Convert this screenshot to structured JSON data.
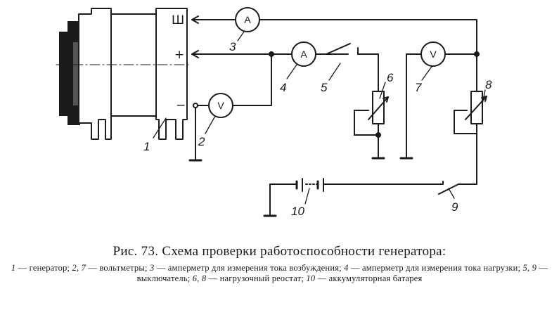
{
  "diagram": {
    "terminals": {
      "sh": "Ш",
      "plus": "+",
      "minus": "−"
    },
    "meters": {
      "ammeter_3": "A",
      "ammeter_4": "A",
      "voltmeter_2": "V",
      "voltmeter_7": "V"
    },
    "labels": {
      "l1": "1",
      "l2": "2",
      "l3": "3",
      "l4": "4",
      "l5": "5",
      "l6": "6",
      "l7": "7",
      "l8": "8",
      "l9": "9",
      "l10": "10"
    }
  },
  "caption": {
    "title": "Рис. 73. Схема проверки работоспособности генератора:",
    "legend": [
      {
        "num": "1",
        "text": " — генератор; "
      },
      {
        "num": "2, 7",
        "text": " — вольтметры; "
      },
      {
        "num": "3",
        "text": " — амперметр для измерения тока возбуждения; "
      },
      {
        "num": "4",
        "text": " — амперметр для измерения тока нагрузки; "
      },
      {
        "num": "5, 9",
        "text": " — выключатель; "
      },
      {
        "num": "6, 8",
        "text": " — нагрузочный реостат; "
      },
      {
        "num": "10",
        "text": " — аккумуляторная батарея"
      }
    ]
  }
}
